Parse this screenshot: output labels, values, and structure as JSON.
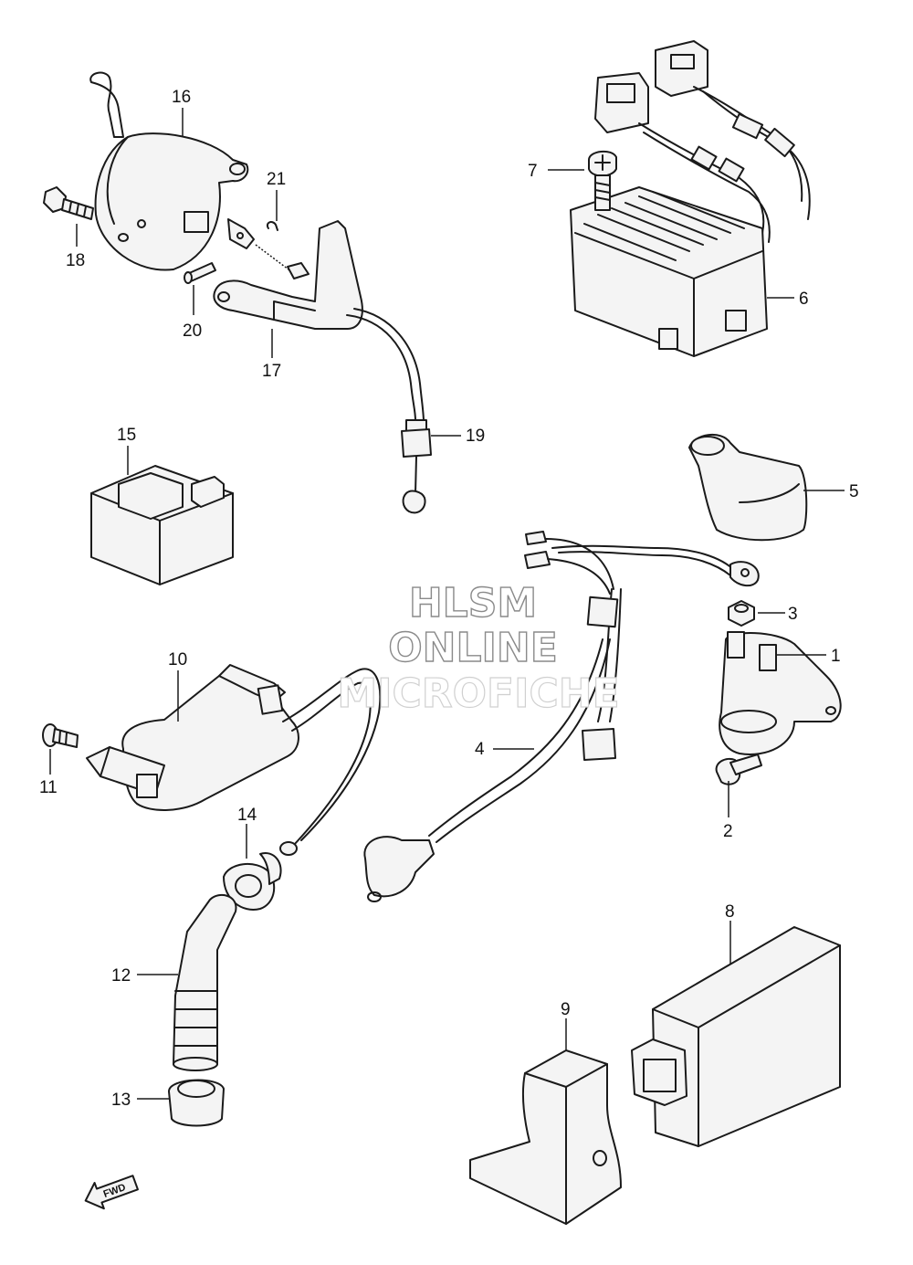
{
  "callouts": {
    "c1": "1",
    "c2": "2",
    "c3": "3",
    "c4": "4",
    "c5": "5",
    "c6": "6",
    "c7": "7",
    "c8": "8",
    "c9": "9",
    "c10": "10",
    "c11": "11",
    "c12": "12",
    "c13": "13",
    "c14": "14",
    "c15": "15",
    "c16": "16",
    "c17": "17",
    "c18": "18",
    "c19": "19",
    "c20": "20",
    "c21": "21"
  },
  "watermark": {
    "line1": "HLSM",
    "line2": "ONLINE",
    "line3": "MICROFICHE"
  },
  "fwd_label": "FWD",
  "colors": {
    "line": "#1a1a1a",
    "background": "#ffffff",
    "watermark_outline": "#8a8a8a"
  }
}
